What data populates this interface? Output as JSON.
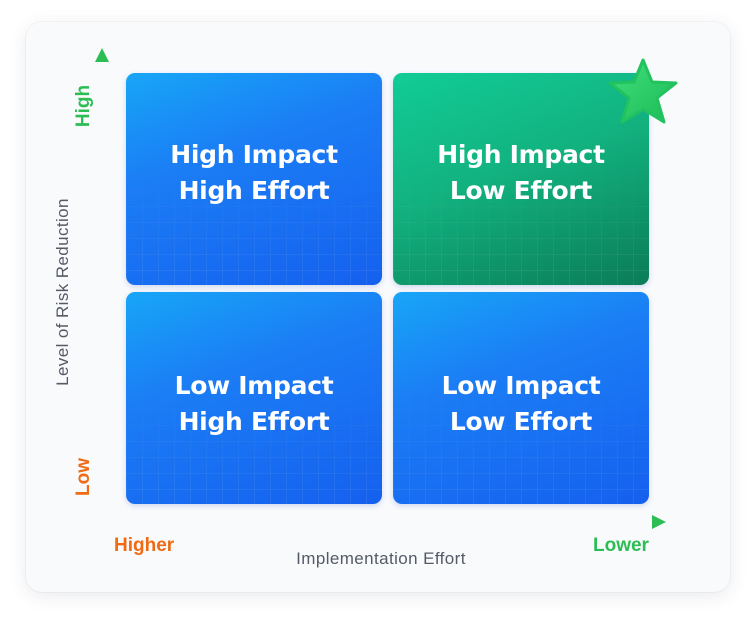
{
  "quadrants": {
    "top_left": {
      "line1": "High Impact",
      "line2": "High Effort"
    },
    "top_right": {
      "line1": "High Impact",
      "line2": "Low Effort"
    },
    "bottom_left": {
      "line1": "Low Impact",
      "line2": "High Effort"
    },
    "bottom_right": {
      "line1": "Low Impact",
      "line2": "Low Effort"
    }
  },
  "y_axis": {
    "title": "Level of Risk Reduction",
    "high": "High",
    "low": "Low"
  },
  "x_axis": {
    "title": "Implementation Effort",
    "left": "Higher",
    "right": "Lower"
  },
  "colors": {
    "quadrant_blue": "#1b7df5",
    "quadrant_green": "#12b27f",
    "axis_green": "#2dbd55",
    "axis_orange": "#f06a14",
    "star": "#2fd06b"
  },
  "icons": {
    "highlight": "star-icon"
  }
}
